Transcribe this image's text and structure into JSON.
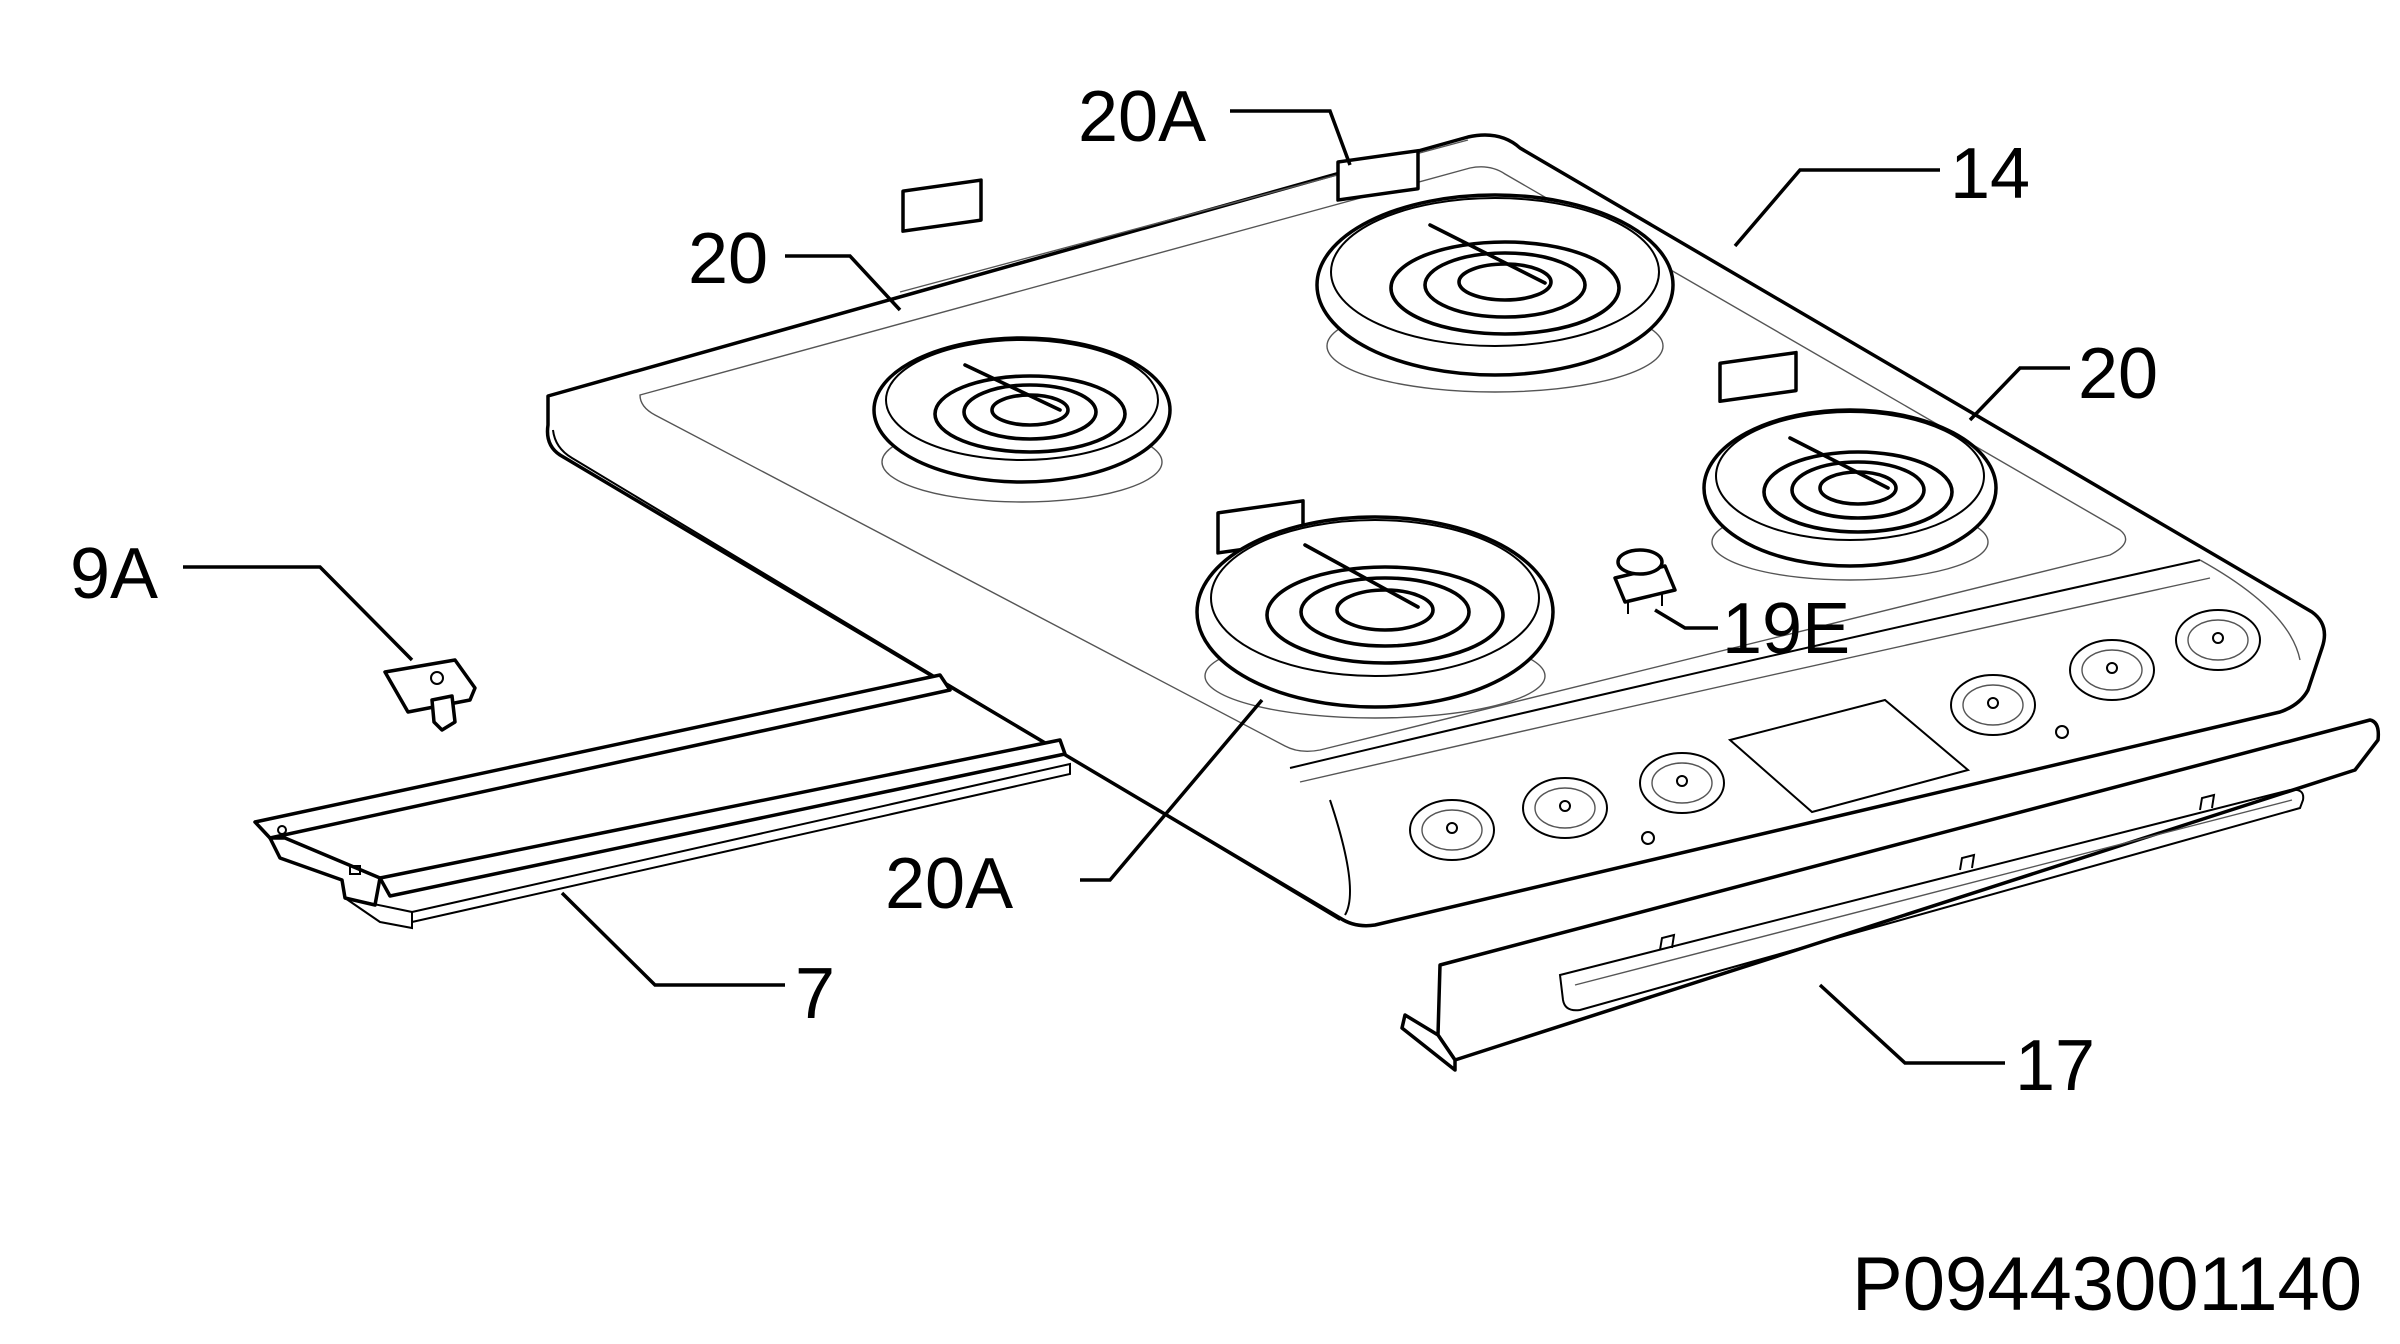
{
  "diagram": {
    "callouts": [
      {
        "id": "14",
        "label": "14"
      },
      {
        "id": "20A-top",
        "label": "20A"
      },
      {
        "id": "20-left",
        "label": "20"
      },
      {
        "id": "20-right",
        "label": "20"
      },
      {
        "id": "9A",
        "label": "9A"
      },
      {
        "id": "19E",
        "label": "19E"
      },
      {
        "id": "20A-bottom",
        "label": "20A"
      },
      {
        "id": "7",
        "label": "7"
      },
      {
        "id": "17",
        "label": "17"
      }
    ],
    "part_number": "P09443001140"
  }
}
